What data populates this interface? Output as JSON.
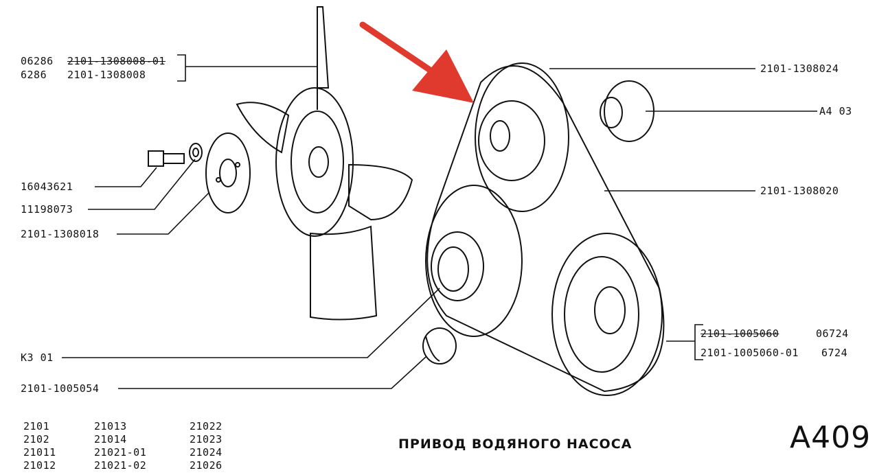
{
  "callouts": {
    "fan_top": {
      "code1": "06286",
      "part1": "2101-1308008-01",
      "code2": "6286",
      "part2": "2101-1308008"
    },
    "bolt": "16043621",
    "washer": "11198073",
    "spacer": "2101-1308018",
    "pulley_top": "2101-1308024",
    "hub": "А4 03",
    "belt": "2101-1308020",
    "generator_pulley": "КЗ 01",
    "crank_pulley_a": {
      "part": "2101-1005060",
      "code": "06724"
    },
    "crank_pulley_b": {
      "part": "2101-1005060-01",
      "code": "6724"
    },
    "bushing": "2101-1005054"
  },
  "models": {
    "col1": [
      "2101",
      "2102",
      "21011",
      "21012"
    ],
    "col2": [
      "21013",
      "21014",
      "21021-01",
      "21021-02"
    ],
    "col3": [
      "21022",
      "21023",
      "21024",
      "21026"
    ]
  },
  "title": "ПРИВОД ВОДЯНОГО НАСОСА",
  "page_code": "А409",
  "colors": {
    "ink": "#111111",
    "arrow": "#e03a2e"
  }
}
